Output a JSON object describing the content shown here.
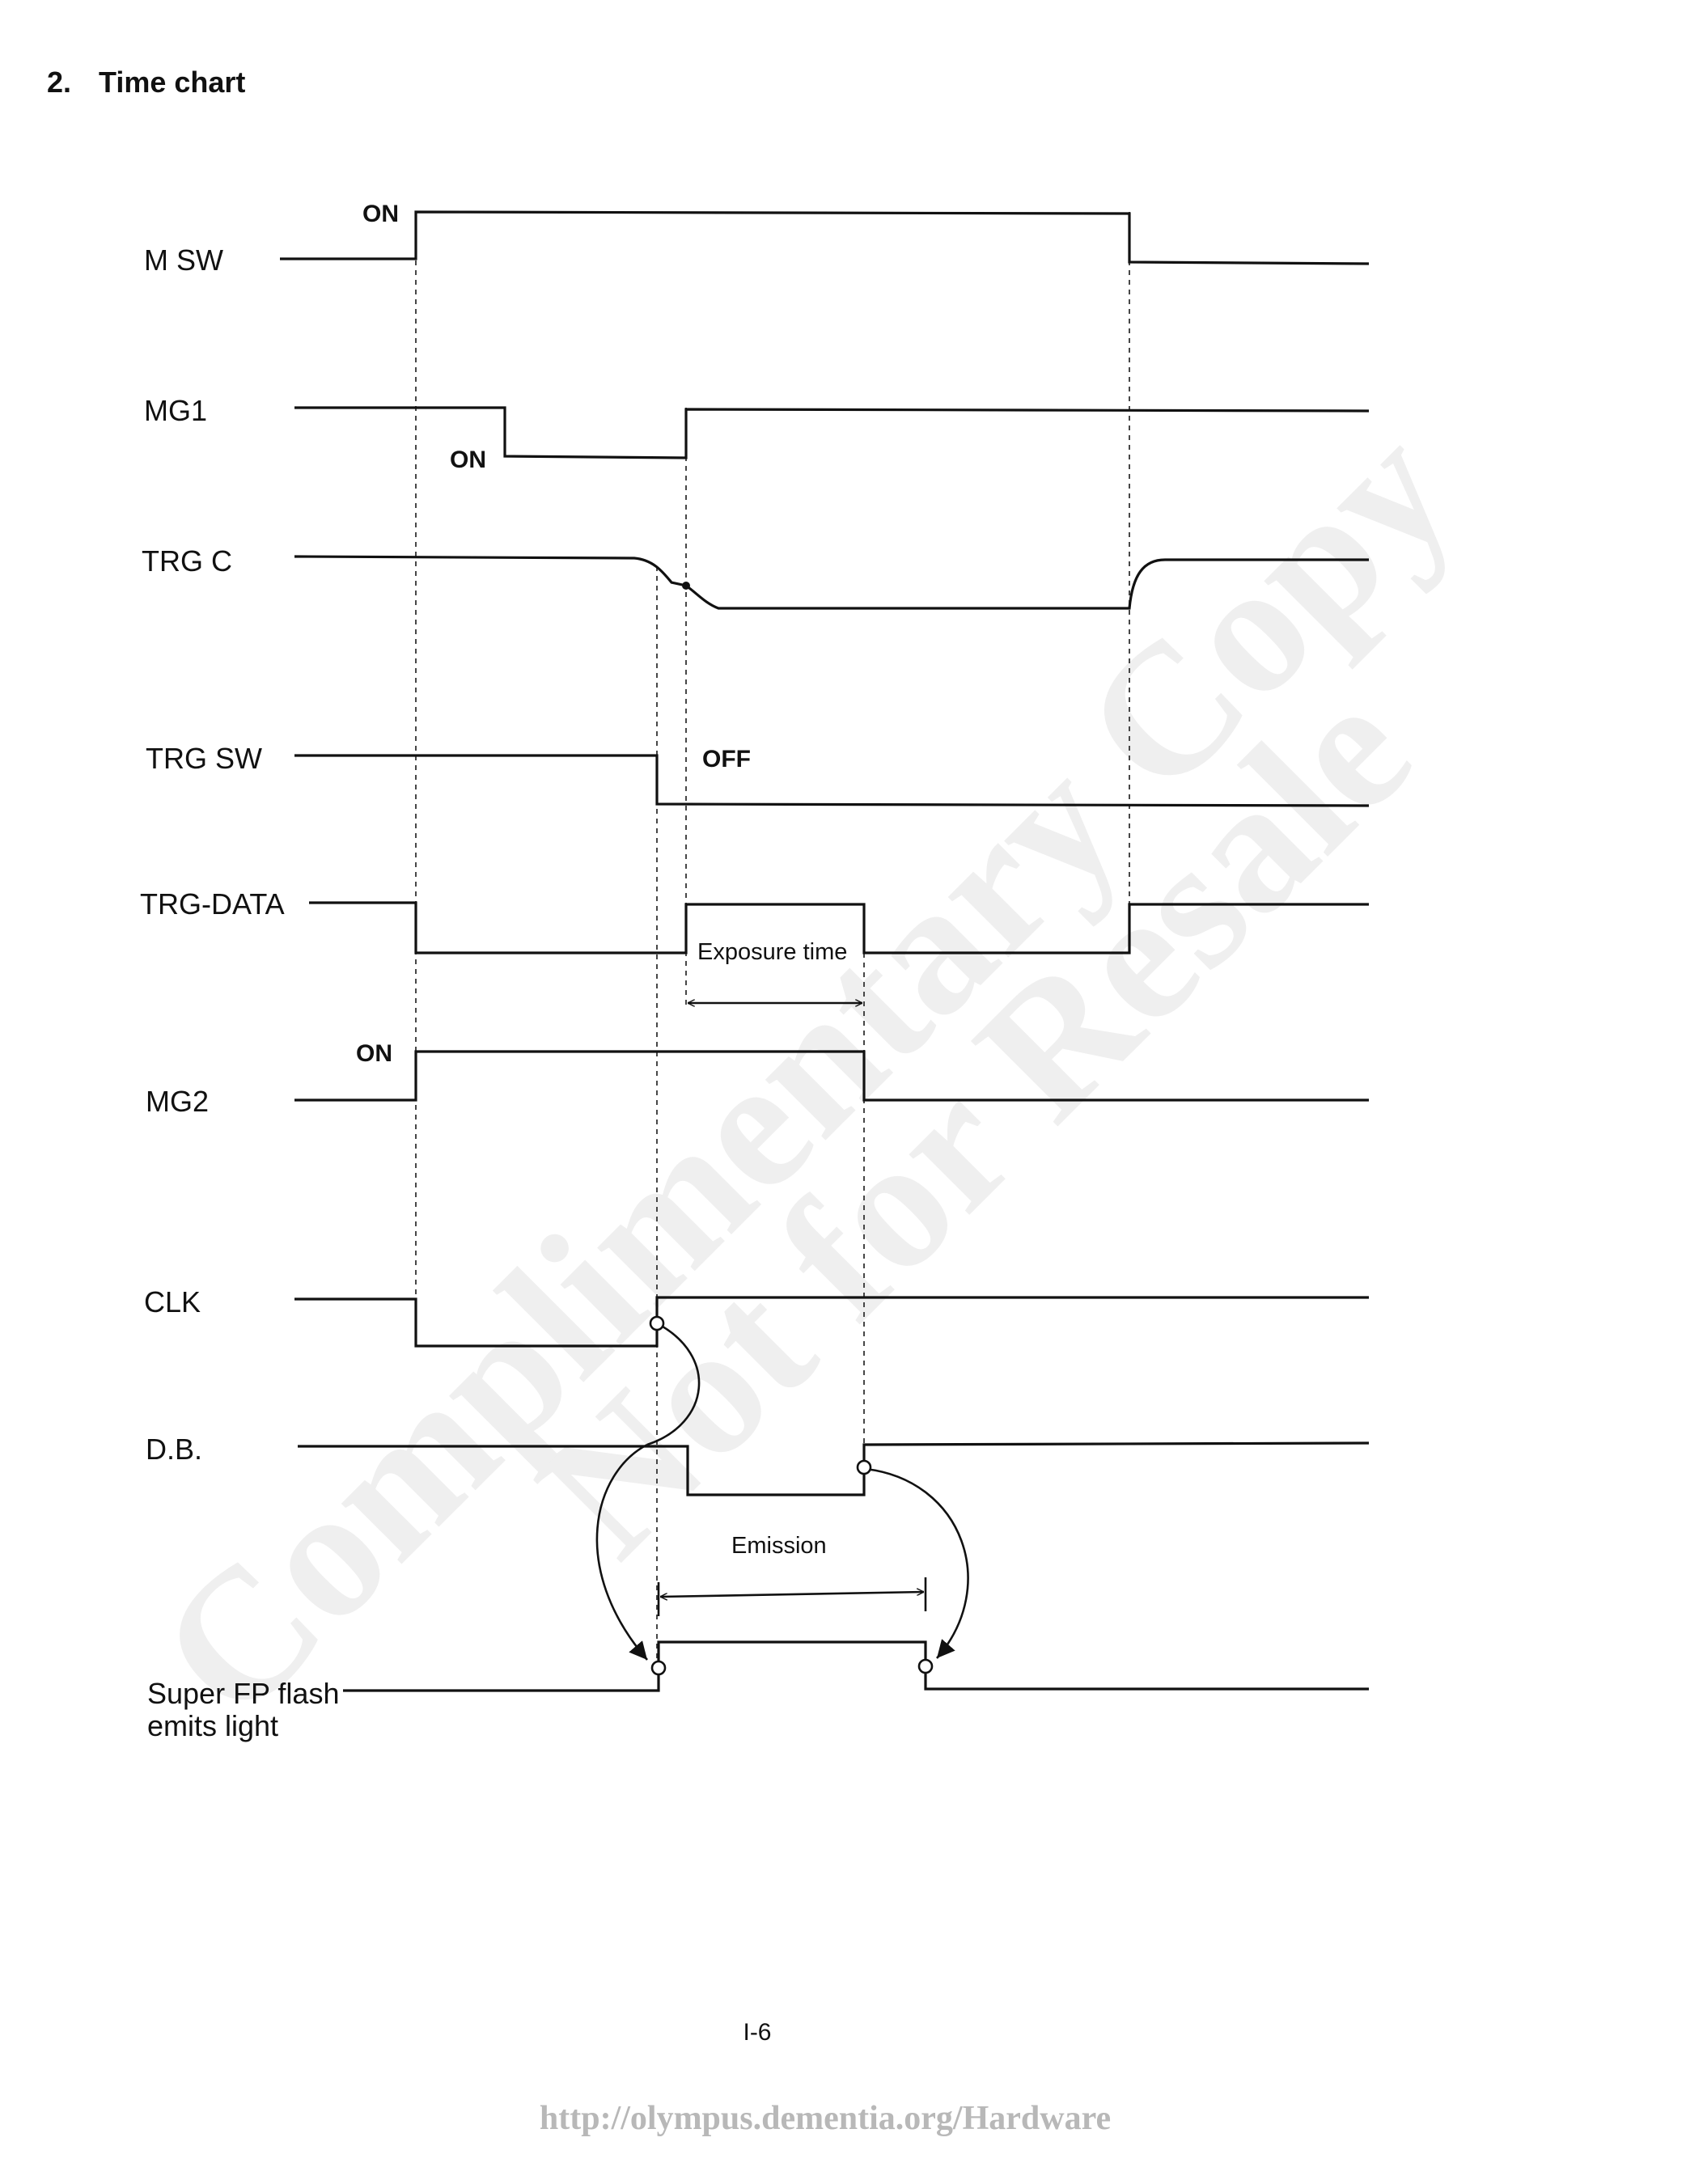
{
  "section": {
    "number": "2.",
    "title": "Time chart"
  },
  "signals": [
    {
      "id": "msw",
      "label": "M SW"
    },
    {
      "id": "mg1",
      "label": "MG1"
    },
    {
      "id": "trgc",
      "label": "TRG  C"
    },
    {
      "id": "trgsw",
      "label": "TRG  SW"
    },
    {
      "id": "trgdata",
      "label": "TRG-DATA"
    },
    {
      "id": "mg2",
      "label": "MG2"
    },
    {
      "id": "clk",
      "label": "CLK"
    },
    {
      "id": "db",
      "label": "D.B."
    },
    {
      "id": "flash",
      "label_line1": "Super FP flash",
      "label_line2": "emits light"
    }
  ],
  "annotations": {
    "msw_on": "ON",
    "mg1_on": "ON",
    "trgsw_off": "OFF",
    "exposure_time": "Exposure time",
    "mg2_on": "ON",
    "emission": "Emission"
  },
  "watermark": {
    "line1": "Complimentary Copy",
    "line2": "Not for Resale"
  },
  "page_number": "I-6",
  "footer_url": "http://olympus.dementia.org/Hardware"
}
